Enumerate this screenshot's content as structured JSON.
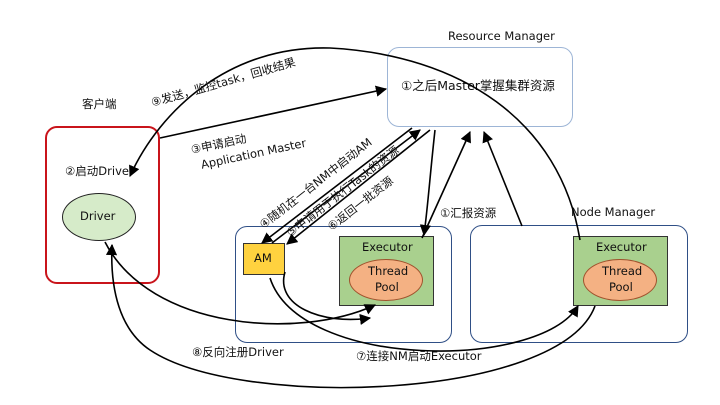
{
  "nodes": {
    "resource_manager": {
      "title": "Resource Manager",
      "content": "①之后Master掌握集群资源"
    },
    "client": {
      "title": "客户端",
      "start_driver": "②启动Driver",
      "driver": "Driver"
    },
    "node_manager_1": {
      "am": "AM",
      "executor": "Executor",
      "thread_pool_line1": "Thread",
      "thread_pool_line2": "Pool"
    },
    "node_manager_2": {
      "title": "Node Manager",
      "executor": "Executor",
      "thread_pool_line1": "Thread",
      "thread_pool_line2": "Pool"
    }
  },
  "edges": {
    "step1_report": "①汇报资源",
    "step3_line1": "③申请启动",
    "step3_line2": "Application Master",
    "step4": "④随机在一台NM中启动AM",
    "step5": "⑤申请用于执行Task的资源",
    "step6": "⑥返回一批资源",
    "step7": "⑦连接NM启动Executor",
    "step8": "⑧反向注册Driver",
    "step9": "⑨发送，监控task，回收结果"
  },
  "colors": {
    "rm_border": "#9db5d6",
    "client_border": "#c9141b",
    "nm_border": "#2f4f86",
    "executor_fill": "#a9d08e",
    "driver_fill": "#d6ebc9",
    "am_fill": "#ffd23f",
    "pool_fill": "#f4b183",
    "pool_border": "#a0522d"
  }
}
